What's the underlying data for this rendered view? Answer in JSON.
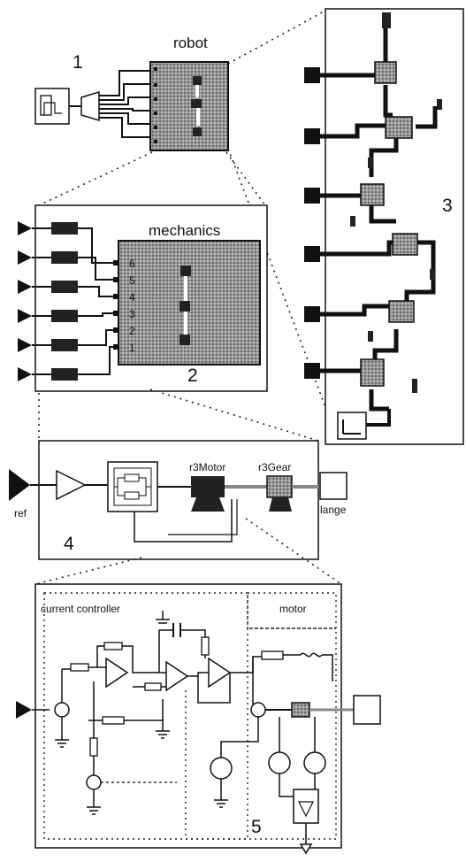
{
  "labels": {
    "num1": "1",
    "num2": "2",
    "num3": "3",
    "num4": "4",
    "num5": "5",
    "robot": "robot",
    "mechanics": "mechanics",
    "r3motor": "r3Motor",
    "r3gear": "r3Gear",
    "ref": "ref",
    "flange": "lange",
    "current_controller": "current controller",
    "motor": "motor"
  },
  "axis_numbers": [
    "6",
    "5",
    "4",
    "3",
    "2",
    "1"
  ],
  "colors": {
    "ink": "#111111",
    "block_gray": "#8c8c8c",
    "block_light": "#d9d9d9"
  }
}
